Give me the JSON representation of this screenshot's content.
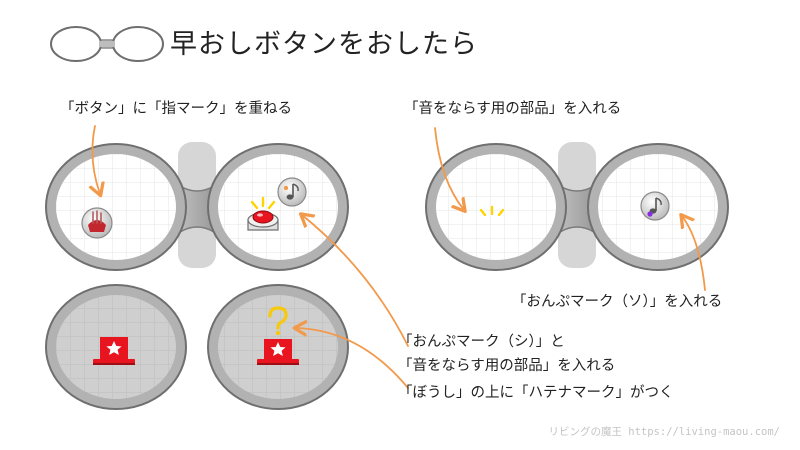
{
  "title": "早おしボタンをおしたら",
  "captions": {
    "finger_overlay": "「ボタン」に「指マーク」を重ねる",
    "sound_part": "「音をならす用の部品」を入れる",
    "note_so": "「おんぷマーク（ソ）」を入れる",
    "note_si_line1": "「おんぷマーク（シ）」と",
    "note_si_line2": "「音をならす用の部品」を入れる",
    "hat_question": "「ぼうし」の上に「ハテナマーク」がつく"
  },
  "footer": "リビングの魔王 https://living-maou.com/",
  "colors": {
    "arrow": "#f2994a",
    "frame": "#a8a8a8",
    "frame_stroke": "#6e6e6e",
    "lens_fill_top": "#ffffff",
    "lens_fill_bottom": "#cfcfcf",
    "grid": "#e6e6e6",
    "button_red": "#e8141f",
    "hat_red": "#e8141f",
    "question_yellow": "#f6c90e",
    "spark_yellow": "#ffd400",
    "note_purple": "#8a2be2"
  },
  "icons": [
    "binoculars-icon",
    "finger-on-button-icon",
    "red-button-icon",
    "music-note-icon",
    "sound-spark-icon",
    "hat-star-icon",
    "question-mark-icon"
  ]
}
